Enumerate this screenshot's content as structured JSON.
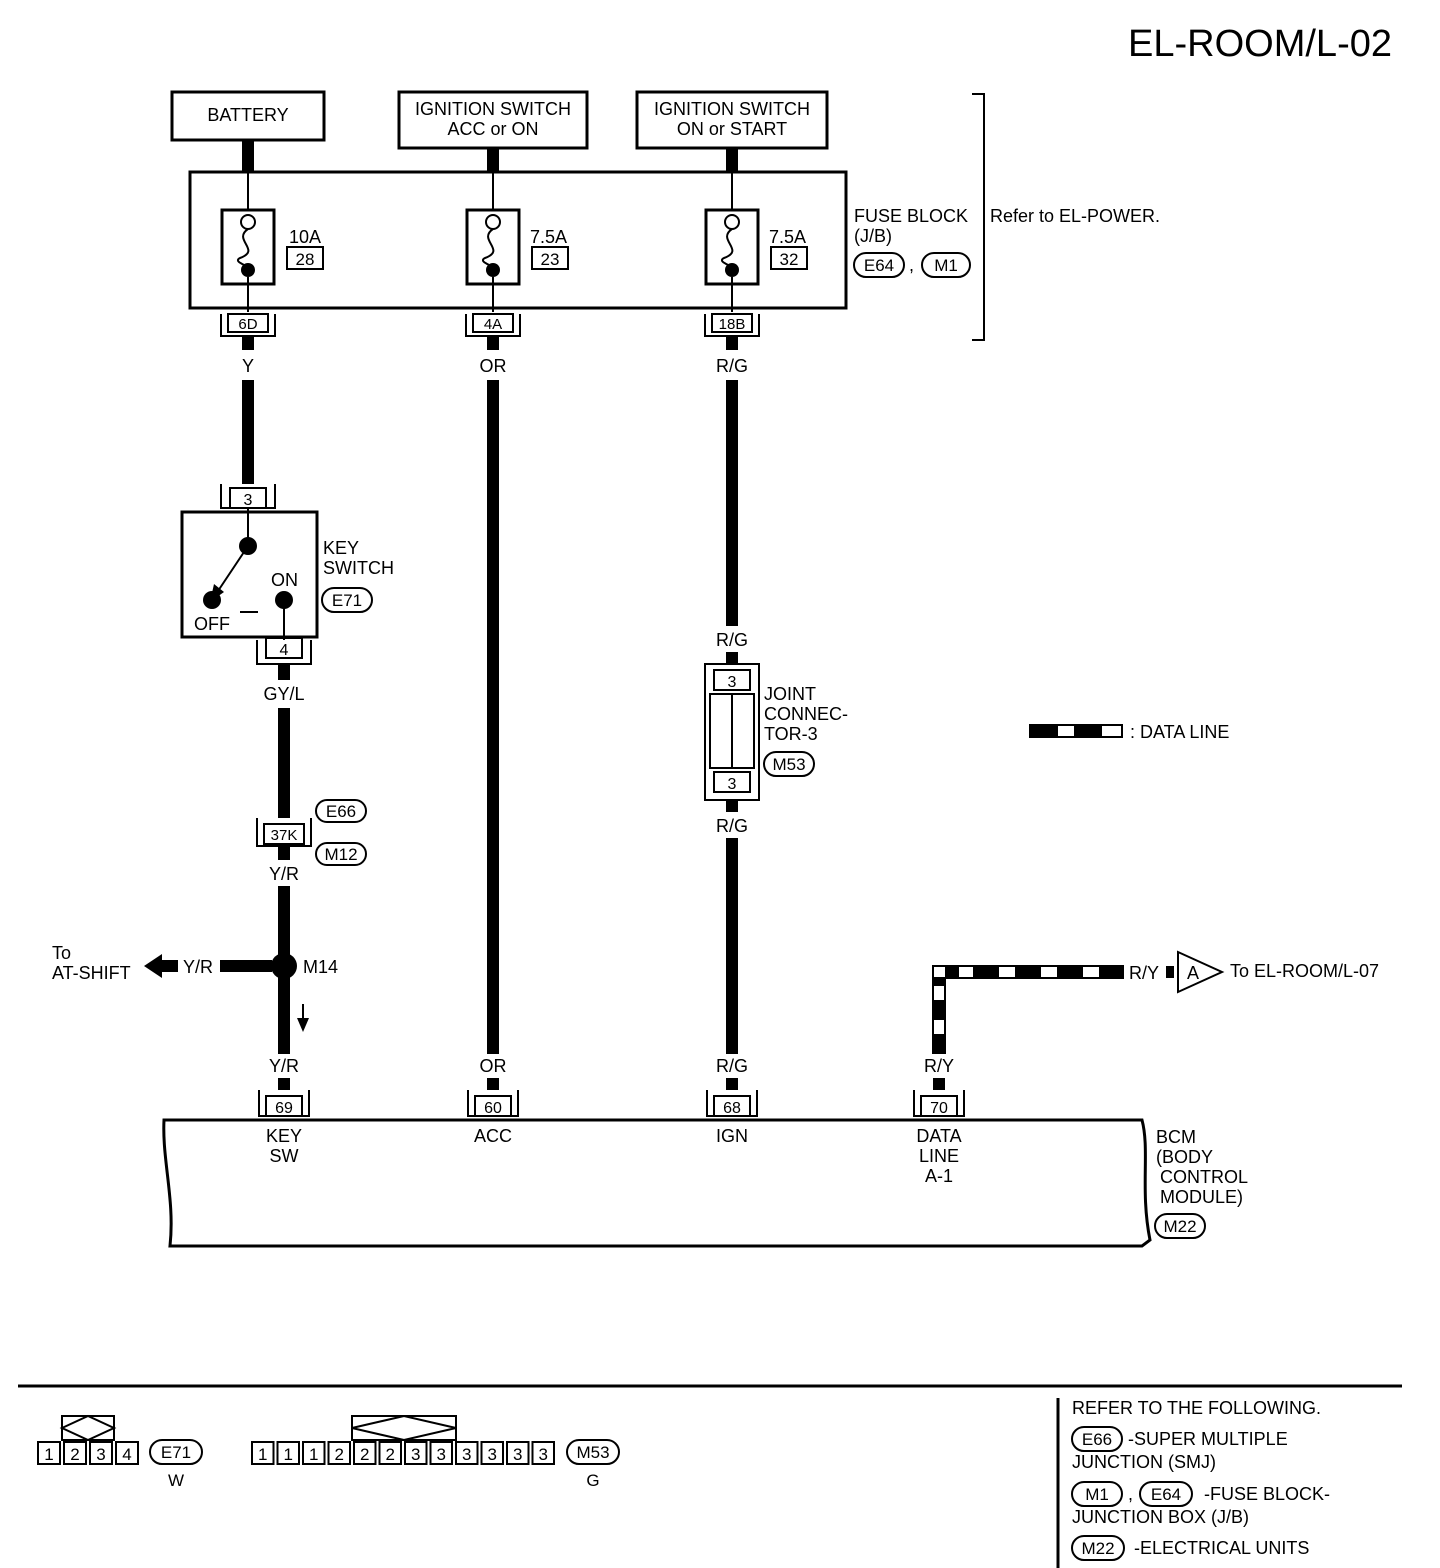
{
  "page": {
    "title": "EL-ROOM/L-02"
  },
  "sources": {
    "battery": "BATTERY",
    "ign_acc_1": "IGNITION SWITCH",
    "ign_acc_2": "ACC or ON",
    "ign_on_1": "IGNITION SWITCH",
    "ign_on_2": "ON or START"
  },
  "fuse_block": {
    "label_1": "FUSE BLOCK",
    "label_2": "(J/B)",
    "conn_a": "E64",
    "sep": ",",
    "conn_b": "M1",
    "refer": "Refer to EL-POWER.",
    "fuses": [
      {
        "amp": "10A",
        "num": "28",
        "terminal": "6D",
        "wire": "Y"
      },
      {
        "amp": "7.5A",
        "num": "23",
        "terminal": "4A",
        "wire": "OR"
      },
      {
        "amp": "7.5A",
        "num": "32",
        "terminal": "18B",
        "wire": "R/G"
      }
    ]
  },
  "key_switch": {
    "term_in": "3",
    "term_out": "4",
    "label_1": "KEY",
    "label_2": "SWITCH",
    "conn": "E71",
    "on": "ON",
    "off": "OFF",
    "wire_out": "GY/L"
  },
  "smj": {
    "terminal": "37K",
    "conn_a": "E66",
    "conn_b": "M12",
    "wire_out": "Y/R"
  },
  "splice": {
    "name": "M14",
    "to_1": "To",
    "to_2": "AT-SHIFT",
    "wire": "Y/R"
  },
  "joint_connector": {
    "wire_in": "R/G",
    "term_top": "3",
    "term_bottom": "3",
    "label_1": "JOINT",
    "label_2": "CONNEC-",
    "label_3": "TOR-3",
    "conn": "M53",
    "wire_out": "R/G"
  },
  "legend": {
    "data_line": ": DATA LINE"
  },
  "data_line": {
    "wire": "R/Y",
    "wire_bottom": "R/Y",
    "ref_letter": "A",
    "to": "To EL-ROOM/L-07"
  },
  "bcm": {
    "label_1": "BCM",
    "label_2": "(BODY",
    "label_3": "CONTROL",
    "label_4": "MODULE)",
    "conn": "M22",
    "pins": [
      {
        "wire": "Y/R",
        "num": "69",
        "name_1": "KEY",
        "name_2": "SW",
        "name_3": ""
      },
      {
        "wire": "OR",
        "num": "60",
        "name_1": "ACC",
        "name_2": "",
        "name_3": ""
      },
      {
        "wire": "R/G",
        "num": "68",
        "name_1": "IGN",
        "name_2": "",
        "name_3": ""
      },
      {
        "wire": "R/Y",
        "num": "70",
        "name_1": "DATA",
        "name_2": "LINE",
        "name_3": "A-1"
      }
    ]
  },
  "connector_views": {
    "e71": {
      "cells": [
        "1",
        "2",
        "3",
        "4"
      ],
      "conn": "E71",
      "color": "W"
    },
    "m53": {
      "cells": [
        "1",
        "1",
        "1",
        "2",
        "2",
        "2",
        "3",
        "3",
        "3",
        "3",
        "3",
        "3"
      ],
      "conn": "M53",
      "color": "G"
    }
  },
  "references": {
    "heading": "REFER TO THE FOLLOWING.",
    "r1_conn": "E66",
    "r1_text_1": "-SUPER MULTIPLE",
    "r1_text_2": "JUNCTION (SMJ)",
    "r2_conn_a": "M1",
    "r2_sep": ",",
    "r2_conn_b": "E64",
    "r2_text_1": "-FUSE BLOCK-",
    "r2_text_2": "JUNCTION BOX (J/B)",
    "r3_conn": "M22",
    "r3_text": "-ELECTRICAL UNITS"
  }
}
